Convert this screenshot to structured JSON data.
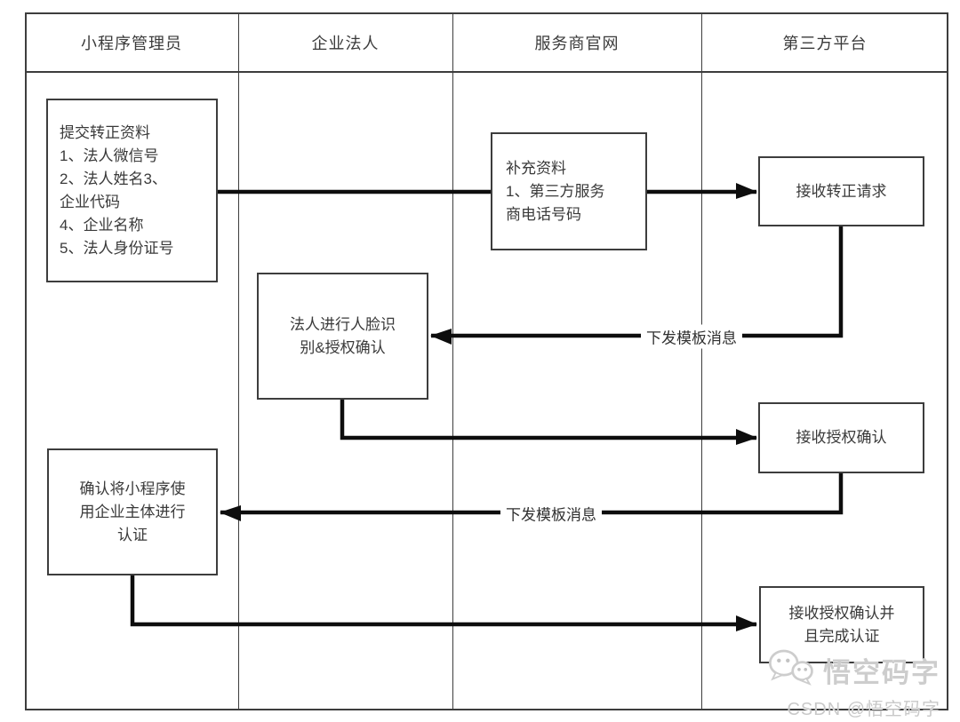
{
  "lanes": [
    {
      "label": "小程序管理员"
    },
    {
      "label": "企业法人"
    },
    {
      "label": "服务商官网"
    },
    {
      "label": "第三方平台"
    }
  ],
  "nodes": {
    "submit_info": {
      "text": "提交转正资料\n1、法人微信号\n2、法人姓名3、\n企业代码\n4、企业名称\n5、法人身份证号"
    },
    "supplement_info": {
      "text": "补充资料\n1、第三方服务\n商电话号码"
    },
    "receive_request": {
      "text": "接收转正请求"
    },
    "face_auth": {
      "text": "法人进行人脸识\n别&授权确认"
    },
    "confirm_subject": {
      "text": "确认将小程序使\n用企业主体进行\n认证"
    },
    "receive_auth": {
      "text": "接收授权确认"
    },
    "receive_auth_complete": {
      "text": "接收授权确认并\n且完成认证"
    }
  },
  "edge_labels": {
    "template_message_1": "下发模板消息",
    "template_message_2": "下发模板消息"
  },
  "watermark": {
    "brand": "悟空码字",
    "credit": "CSDN @悟空码字"
  },
  "colors": {
    "border": "#3d3d3d",
    "arrow": "#0d0d0d",
    "text": "#3a3a3a",
    "watermark": "#cdcdcd",
    "background": "#ffffff"
  }
}
